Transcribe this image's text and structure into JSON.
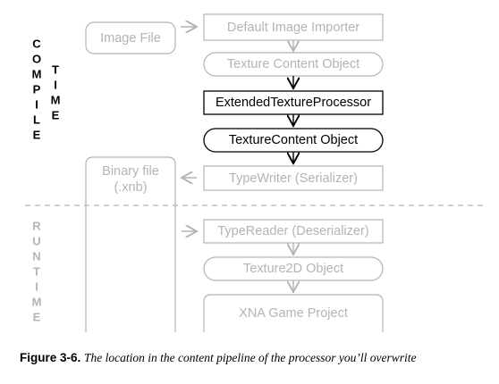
{
  "diagram": {
    "compile_time_label": [
      "C",
      "O",
      "M",
      "P",
      "I",
      "L",
      "E"
    ],
    "compile_time_label_2": [
      "T",
      "I",
      "M",
      "E"
    ],
    "run_time_label": [
      "R",
      "U",
      "N",
      "T",
      "I",
      "M",
      "E"
    ],
    "nodes": {
      "image_file": "Image File",
      "default_importer": "Default Image Importer",
      "texture_content_object_1": "Texture Content Object",
      "extended_processor": "ExtendedTextureProcessor",
      "texture_content_object_2": "TextureContent Object",
      "binary_file_line1": "Binary file",
      "binary_file_line2": "(.xnb)",
      "type_writer": "TypeWriter (Serializer)",
      "type_reader": "TypeReader (Deserializer)",
      "texture2d_object": "Texture2D Object",
      "xna_game_project": "XNA Game Project"
    },
    "colors": {
      "highlight": "#000000",
      "faded": "#b4b4b4"
    }
  },
  "caption": {
    "label": "Figure 3-6.",
    "text": "The location in the content pipeline of the processor you’ll overwrite"
  }
}
